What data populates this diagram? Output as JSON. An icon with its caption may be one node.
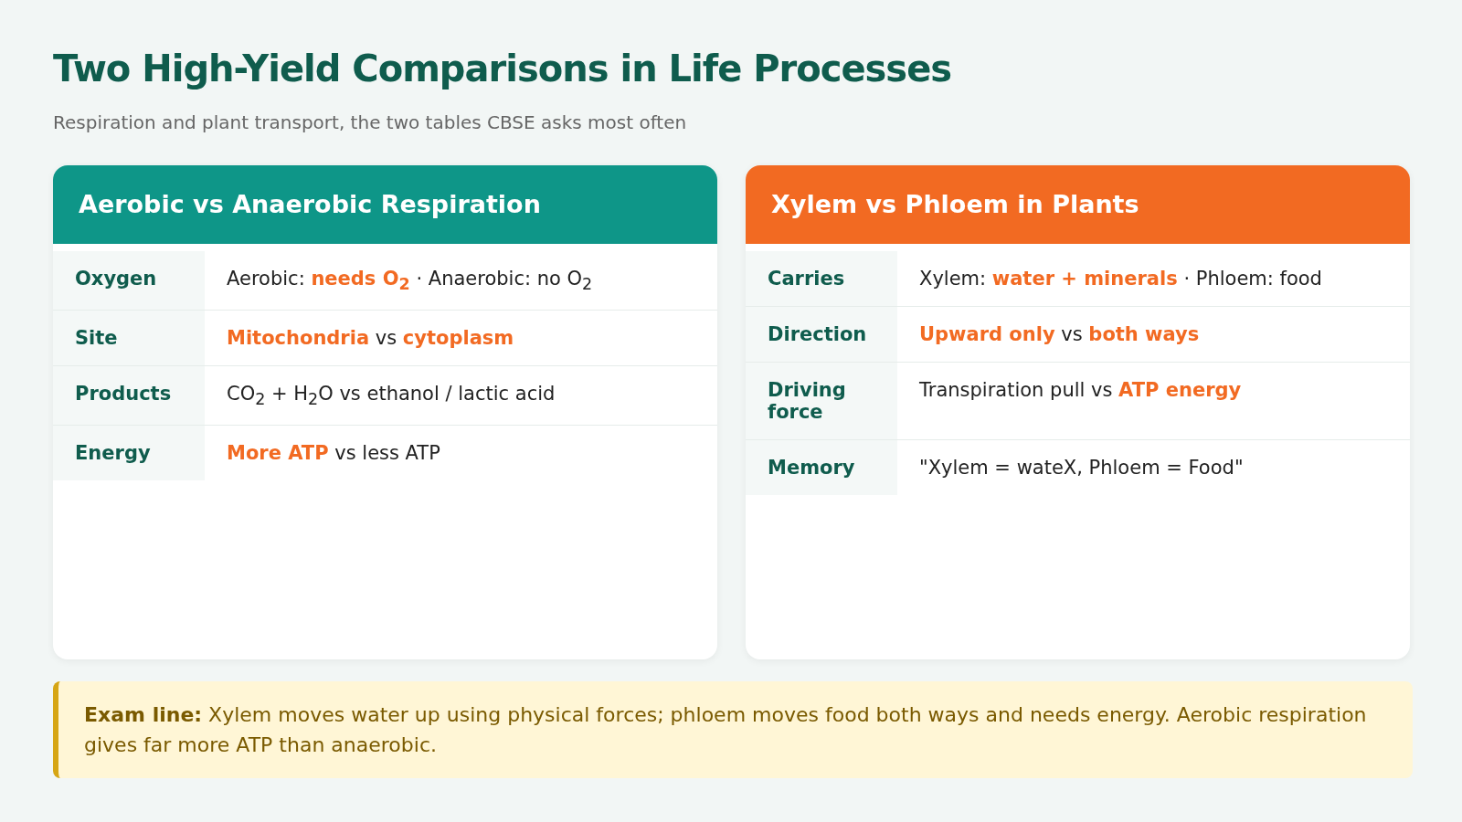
{
  "diagram": {
    "title": "Two High-Yield Comparisons in Life Processes",
    "nodes": [
      {
        "text": [
          "Aerobic vs Anaerobic Respiration"
        ]
      },
      {
        "text": [
          "Xylem vs Phloem in Plants"
        ]
      },
      {
        "text": [
          "**Exam line:** Xylem moves water up using physical forces; phloem moves food both ways and needs energy. Aerobic respiration gives far more ATP than anaerobic."
        ]
      }
    ],
    "labels": [
      "Respiration and plant transport, the two tables CBSE asks most often",
      "Oxygen",
      "Aerobic: **needs O$_{2}$**  ·  Anaerobic: no O$_{2}$",
      "Site",
      "**Mitochondria** vs **cytoplasm**",
      "Products",
      "CO$_{2}$ + H$_{2}$O vs ethanol / lactic acid",
      "Energy",
      "**More ATP** vs less ATP",
      "Carries",
      "Xylem: **water + minerals** · Phloem: food",
      "Direction",
      "**Upward only** vs **both ways**",
      "Driving force",
      "Transpiration pull vs **ATP energy**",
      "Memory",
      "\"Xylem = wateX, Phloem = Food\""
    ]
  }
}
